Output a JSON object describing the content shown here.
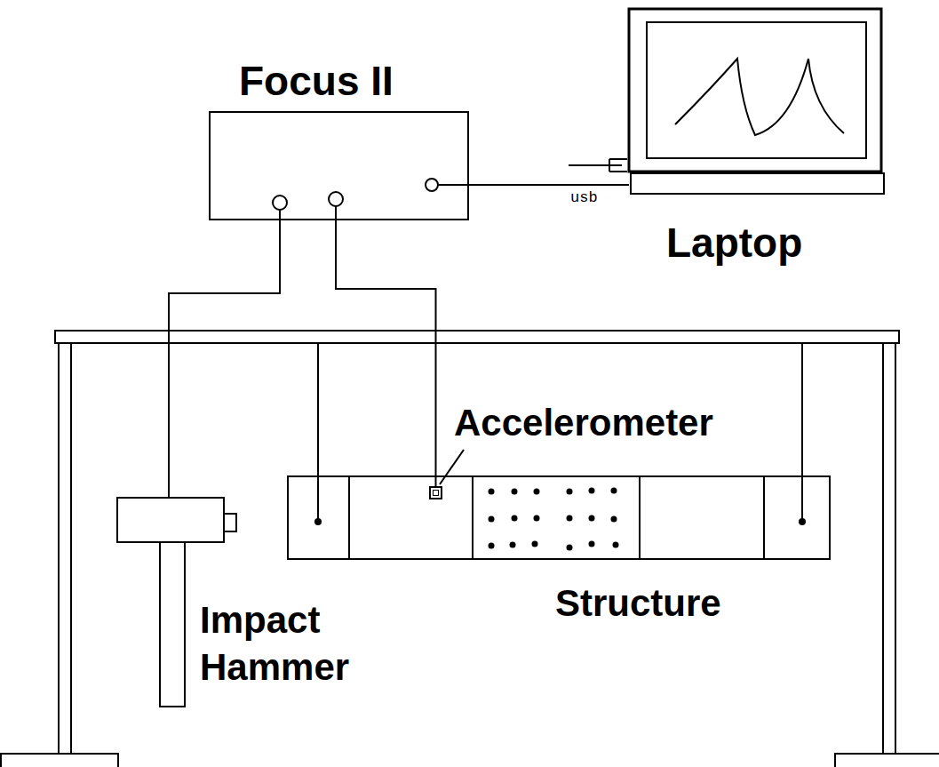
{
  "diagram": {
    "nodes": [
      {
        "text": [
          "Focus II"
        ]
      },
      {
        "text": [
          "Laptop"
        ]
      },
      {
        "text": [
          "Impact Hammer"
        ]
      },
      {
        "text": [
          "Structure"
        ]
      },
      {
        "text": [
          "Accelerometer"
        ],
        "in": 3
      }
    ],
    "edges": [
      {
        "from": 0,
        "to": 1,
        "arrow": "none",
        "label": "usb"
      },
      {
        "from": 0,
        "to": 2,
        "arrow": "none"
      },
      {
        "from": 0,
        "to": 4,
        "arrow": "none"
      }
    ]
  }
}
